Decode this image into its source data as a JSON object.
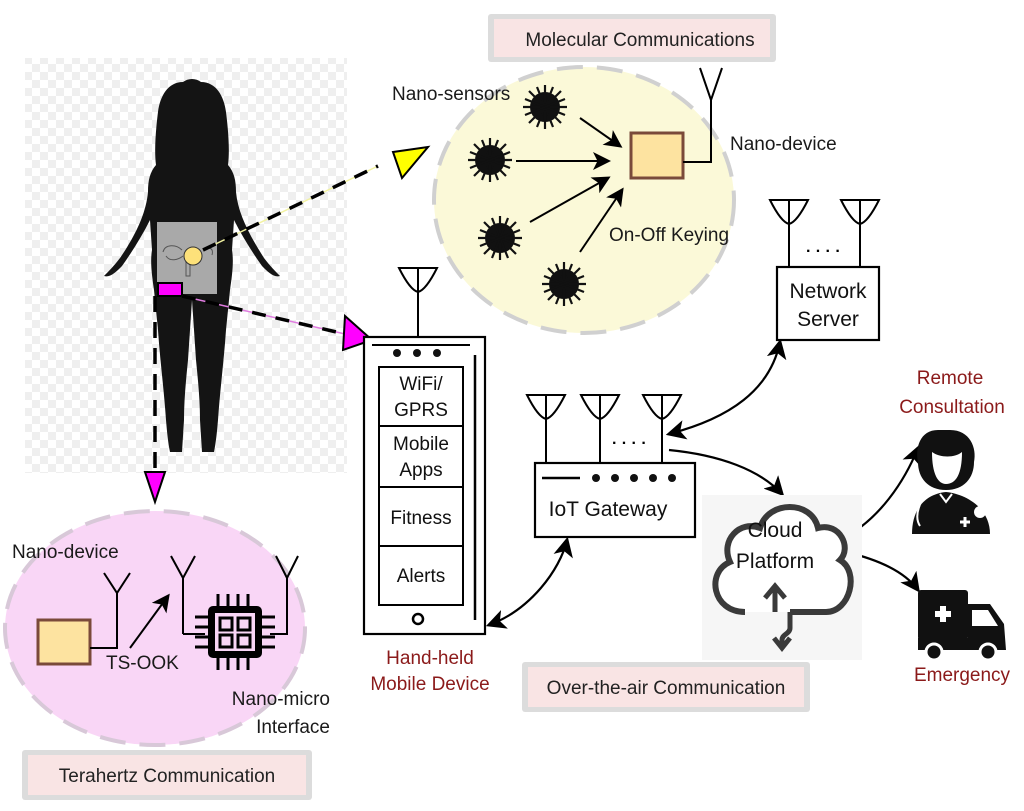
{
  "title_boxes": {
    "molecular": "Molecular Communications",
    "terahertz": "Terahertz Communication",
    "over_the_air": "Over-the-air Communication"
  },
  "molecular": {
    "sensors_label": "Nano-sensors",
    "device_label": "Nano-device",
    "keying_label": "On-Off Keying"
  },
  "terahertz": {
    "device_label": "Nano-device",
    "modulation_label": "TS-OOK",
    "interface_label_line1": "Nano-micro",
    "interface_label_line2": "Interface"
  },
  "mobile": {
    "rows": [
      "WiFi/|GPRS",
      "Mobile|Apps",
      "Fitness",
      "Alerts"
    ],
    "caption_line1": "Hand-held",
    "caption_line2": "Mobile Device"
  },
  "gateway": {
    "label": "IoT Gateway",
    "dots": "· · · ·"
  },
  "server": {
    "line1": "Network",
    "line2": "Server",
    "dots": "· · · ·"
  },
  "cloud": {
    "line1": "Cloud",
    "line2": "Platform"
  },
  "remote": {
    "line1": "Remote",
    "line2": "Consultation"
  },
  "emergency": {
    "label": "Emergency"
  },
  "colors": {
    "molecular_zone": "#fbf9d8",
    "terahertz_zone": "#f9d6f6",
    "title_box_fill": "#f9e4e4",
    "title_box_border": "#d8d8d8",
    "magenta": "#ff00ff",
    "yellow": "#ffff00",
    "device_fill": "#fde3a0",
    "device_border": "#7a4a3a",
    "red_text": "#8b1a1a"
  }
}
